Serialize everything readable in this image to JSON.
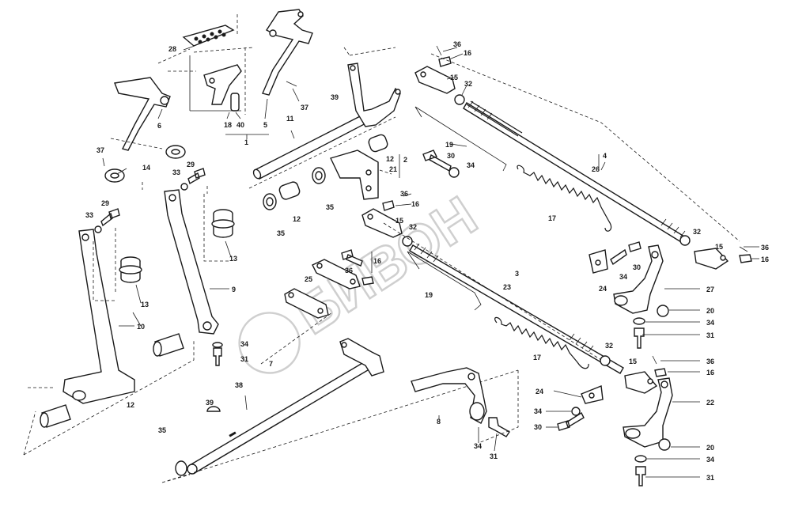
{
  "watermark": "БИВОН",
  "callouts": [
    "1",
    "2",
    "3",
    "4",
    "5",
    "6",
    "7",
    "8",
    "9",
    "10",
    "11",
    "12",
    "13",
    "14",
    "15",
    "16",
    "17",
    "18",
    "19",
    "20",
    "21",
    "22",
    "23",
    "24",
    "25",
    "26",
    "27",
    "28",
    "29",
    "30",
    "31",
    "32",
    "33",
    "34",
    "35",
    "36",
    "37",
    "38",
    "39",
    "40"
  ],
  "labels": {
    "l28": "28",
    "l6": "6",
    "l18": "18",
    "l40": "40",
    "l1": "1",
    "l5": "5",
    "l37a": "37",
    "l39a": "39",
    "l11": "11",
    "l36a": "36",
    "l16a": "16",
    "l15a": "15",
    "l32a": "32",
    "l37b": "37",
    "l14": "14",
    "l29a": "29",
    "l33a": "33",
    "l13a": "13",
    "l13b": "13",
    "l29b": "29",
    "l33b": "33",
    "l9": "9",
    "l10": "10",
    "l12a": "12",
    "l12b": "12",
    "l12c": "12",
    "l35a": "35",
    "l35b": "35",
    "l21": "21",
    "l2": "2",
    "l19a": "19",
    "l30a": "30",
    "l34a": "34",
    "l36b": "36",
    "l16b": "16",
    "l15b": "15",
    "l32b": "32",
    "l17a": "17",
    "l4": "4",
    "l26": "26",
    "l32c": "32",
    "l15c": "15",
    "l36c": "36",
    "l16c": "16",
    "l24a": "24",
    "l34b": "34",
    "l30b": "30",
    "l27": "27",
    "l20a": "20",
    "l34c": "34",
    "l31a": "31",
    "l3": "3",
    "l23": "23",
    "l19b": "19",
    "l25": "25",
    "l36d": "36",
    "l16d": "16",
    "l7": "7",
    "l34d": "34",
    "l31b": "31",
    "l38": "38",
    "l39b": "39",
    "l35c": "35",
    "l8": "8",
    "l17b": "17",
    "l24b": "24",
    "l34e": "34",
    "l30c": "30",
    "l34f": "34",
    "l31c": "31",
    "l32d": "32",
    "l15d": "15",
    "l36e": "36",
    "l16e": "16",
    "l22": "22",
    "l20b": "20",
    "l34g": "34",
    "l31d": "31"
  }
}
